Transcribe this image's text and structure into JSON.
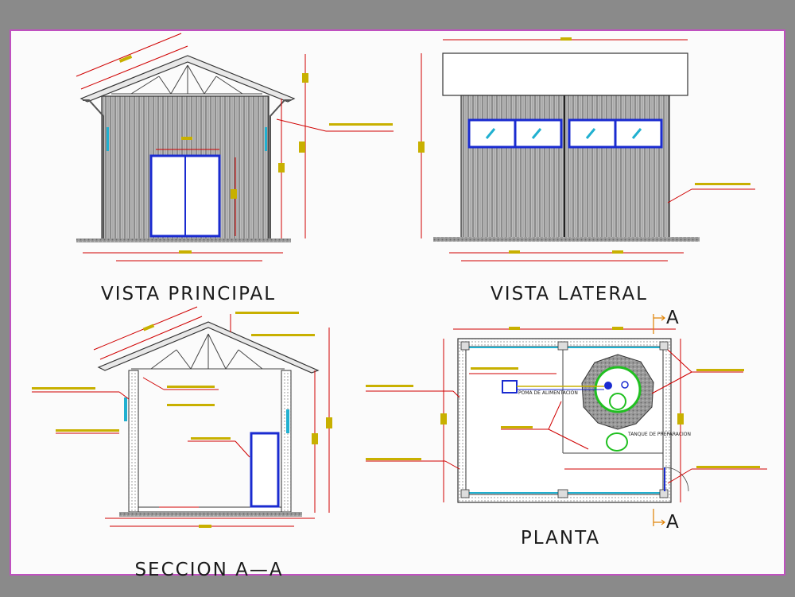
{
  "titles": {
    "principal": "VISTA  PRINCIPAL",
    "lateral": "VISTA  LATERAL",
    "seccion": "SECCION  A—A",
    "planta": "PLANTA"
  },
  "section_marks": {
    "top": "A",
    "bottom": "A"
  },
  "plan_labels": {
    "pipe": "POMA DE ALIMENTACION",
    "tank": "TANQUE DE PREPARACION"
  },
  "colors": {
    "background": "#8a8a8a",
    "sheet": "#fbfbfb",
    "border": "#c050c0",
    "dimension": "#d00000",
    "structure": "#333333",
    "window": "#1a2bd0",
    "glass": "#20b0d0",
    "tank": "#20c020",
    "annotation": "#c8b000"
  }
}
